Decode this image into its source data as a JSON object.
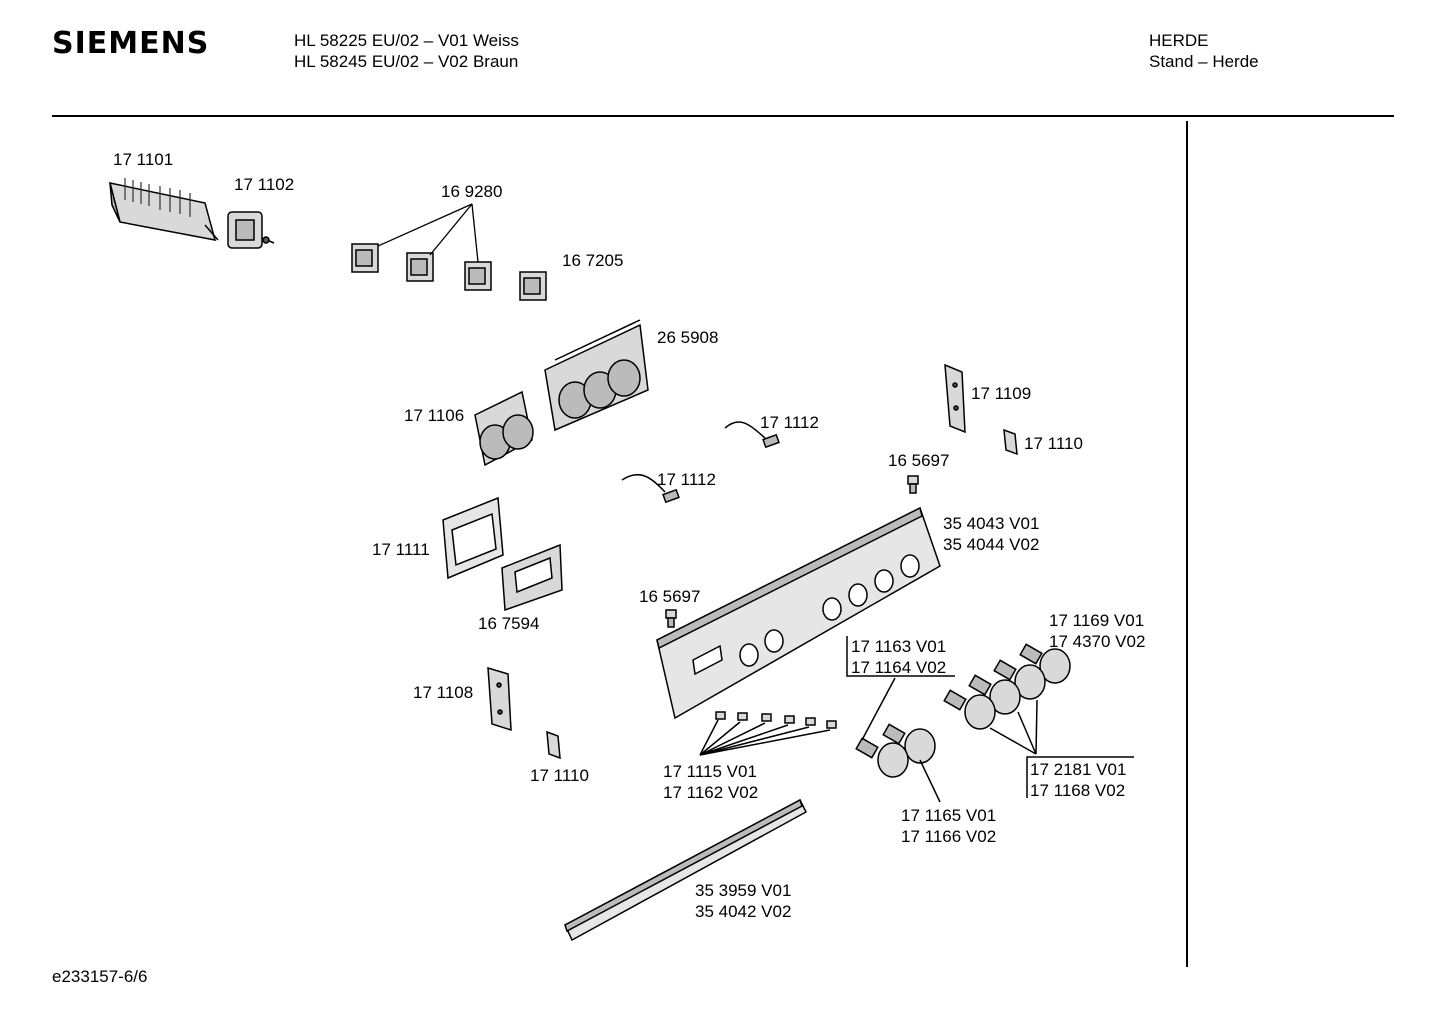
{
  "header": {
    "brand": "SIEMENS",
    "models": [
      "HL 58225 EU/02 – V01 Weiss",
      "HL 58245 EU/02 – V02 Braun"
    ],
    "category": [
      "HERDE",
      "Stand – Herde"
    ]
  },
  "footer": {
    "doc_id": "e233157-6/6"
  },
  "parts": {
    "p171101": "17 1101",
    "p171102": "17 1102",
    "p169280": "16 9280",
    "p167205": "16 7205",
    "p265908": "26 5908",
    "p171106": "17 1106",
    "p171112a": "17 1112",
    "p171112b": "17 1112",
    "p171109": "17 1109",
    "p171110a": "17 1110",
    "p165697a": "16 5697",
    "p354043": [
      "35 4043 V01",
      "35 4044 V02"
    ],
    "p171111": "17 1111",
    "p167594": "16 7594",
    "p165697b": "16 5697",
    "p171169": [
      "17 1169 V01",
      "17 4370 V02"
    ],
    "p171163": [
      "17 1163 V01",
      "17 1164 V02"
    ],
    "p171108": "17 1108",
    "p171110b": "17 1110",
    "p171115": [
      "17 1115 V01",
      "17 1162 V02"
    ],
    "p172181": [
      "17 2181 V01",
      "17 1168 V02"
    ],
    "p171165": [
      "17 1165 V01",
      "17 1166 V02"
    ],
    "p353959": [
      "35 3959 V01",
      "35 4042 V02"
    ]
  },
  "colors": {
    "ink": "#000000",
    "background": "#ffffff",
    "part_fill": "#d9d9d9",
    "part_dark": "#555555"
  }
}
